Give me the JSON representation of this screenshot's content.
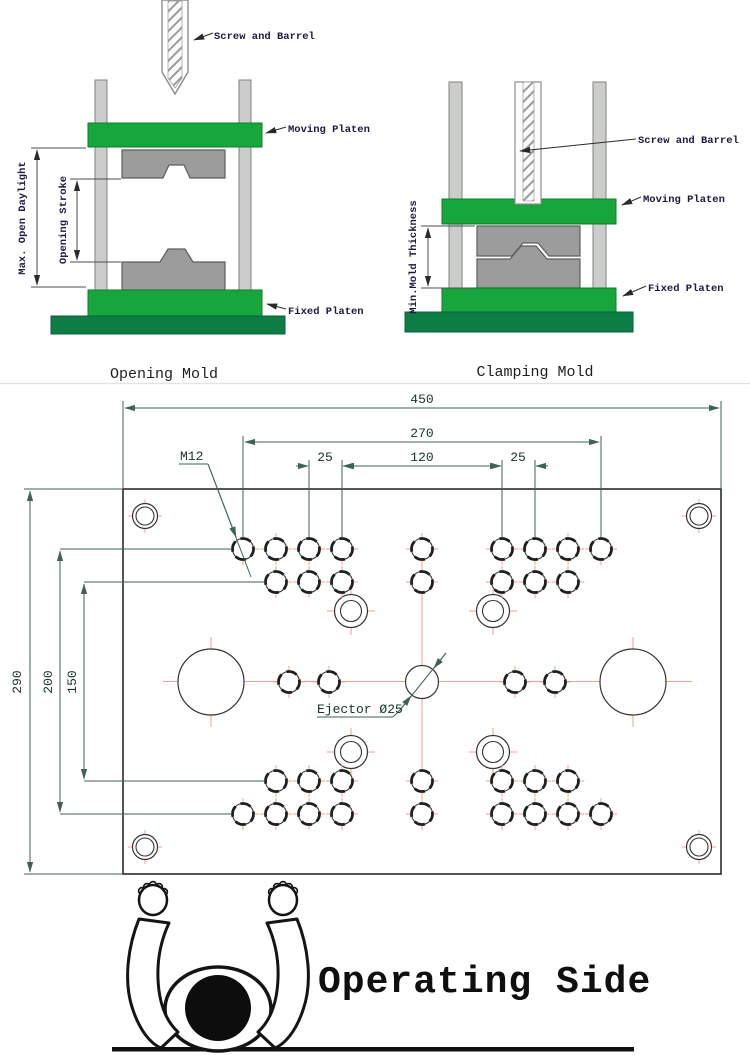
{
  "top_diagrams": {
    "opening_mold": {
      "caption": "Opening Mold",
      "label_screw": "Screw and Barrel",
      "label_moving_platen": "Moving Platen",
      "label_fixed_platen": "Fixed Platen",
      "dim_max_open_daylight": "Max. Open Daylight",
      "dim_opening_stroke": "Opening Stroke"
    },
    "clamping_mold": {
      "caption": "Clamping Mold",
      "label_screw": "Screw and Barrel",
      "label_moving_platen": "Moving Platen",
      "label_fixed_platen": "Fixed Platen",
      "dim_min_mold_thickness": "Min.Mold Thickness"
    }
  },
  "platen_drawing": {
    "dim_total_width": "450",
    "dim_bolt_span_h": "270",
    "dim_pitch_left": "25",
    "dim_center_span": "120",
    "dim_pitch_right": "25",
    "dim_total_height": "290",
    "dim_bolt_span_v": "200",
    "dim_inner_span_v": "150",
    "callout_thread": "M12",
    "callout_ejector": "Ejector Ø25"
  },
  "footer": {
    "label": "Operating Side"
  },
  "colors": {
    "platen_green": "#17a63b",
    "base_green": "#0d7d45",
    "centerline_salmon": "#f2a38d",
    "dimension_green": "#3f6156"
  }
}
